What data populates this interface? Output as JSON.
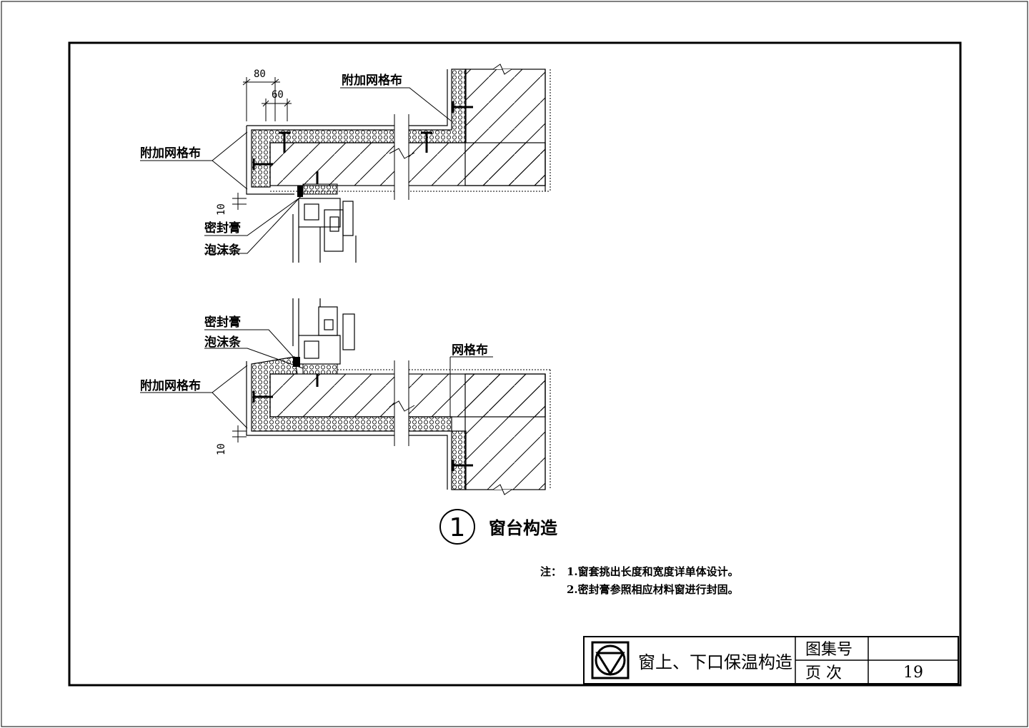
{
  "top_detail": {
    "dim_outer": "80",
    "dim_inner": "60",
    "dim_gap": "10",
    "label_mesh_extra_top": "附加网格布",
    "label_mesh_extra_left": "附加网格布",
    "label_sealant": "密封膏",
    "label_foam": "泡沫条"
  },
  "bottom_detail": {
    "label_sealant": "密封膏",
    "label_foam": "泡沫条",
    "label_mesh": "网格布",
    "label_mesh_extra": "附加网格布",
    "dim_gap": "10"
  },
  "caption": {
    "number": "1",
    "title": "窗台构造"
  },
  "notes": {
    "prefix": "注：",
    "line1": "1.窗套挑出长度和宽度详单体设计。",
    "line2": "2.密封膏参照相应材料窗进行封固。"
  },
  "title_block": {
    "drawing_title": "窗上、下口保温构造",
    "atlas_no_label": "图集号",
    "atlas_no_value": "",
    "page_label": "页 次",
    "page_value": "19"
  }
}
